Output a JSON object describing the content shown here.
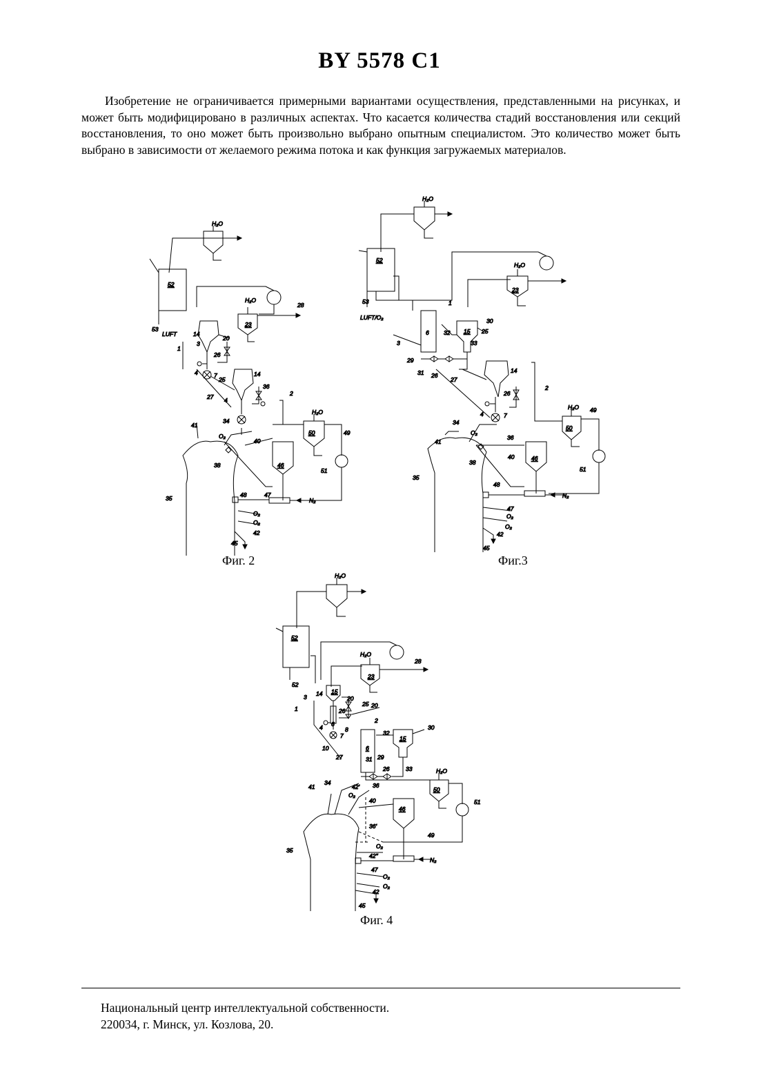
{
  "header": {
    "title": "BY 5578 C1"
  },
  "body": {
    "paragraph": "Изобретение не ограничивается примерными вариантами осуществления, представленными на рисунках, и может быть модифицировано в различных аспектах. Что касается количества стадий восстановления или секций восстановления, то оно может быть произвольно выбрано опытным специалистом. Это количество может быть выбрано в зависимости от желаемого режима потока и как функция загружаемых материалов."
  },
  "figures": [
    {
      "caption": "Фиг. 2",
      "labels": {
        "h2o_a": "H₂O",
        "h2o_b": "H₂O",
        "h2o_c": "H₂O",
        "n52": "52",
        "n53": "53",
        "luft": "LUFT",
        "n23": "23",
        "n28": "28",
        "n14a": "14",
        "n3": "3",
        "n20": "20",
        "n1": "1",
        "n26": "26",
        "n4a": "4",
        "n7": "7",
        "n25": "25",
        "n14b": "14",
        "n36": "36",
        "n27": "27",
        "n4b": "4",
        "n2": "2",
        "n50": "50",
        "n34": "34",
        "n41": "41",
        "o2a": "O₂",
        "n40": "40",
        "n49": "49",
        "n38": "38",
        "n46": "46",
        "n51": "51",
        "n35": "35",
        "n48": "48",
        "n47": "47",
        "o2b": "O₂",
        "o2c": "O₂",
        "n42": "42",
        "n45": "45",
        "n2n": "N₂"
      }
    },
    {
      "caption": "Фиг.3",
      "labels": {
        "h2o_a": "H₂O",
        "h2o_b": "H₂O",
        "h2o_c": "H₂O",
        "n52": "52",
        "n53": "53",
        "luft": "LUFT/O₂",
        "n23": "23",
        "n1": "1",
        "n30": "30",
        "n15": "15",
        "n32": "32",
        "n25": "25",
        "n33": "33",
        "n3": "3",
        "n6": "6",
        "n29": "29",
        "n31": "31",
        "n26": "26",
        "n27": "27",
        "n14": "14",
        "n26b": "26",
        "n4": "4",
        "n7": "7",
        "n2": "2",
        "n49": "49",
        "n50": "50",
        "n34": "34",
        "n41": "41",
        "o2a": "O₂",
        "n36": "36",
        "n38": "38",
        "n40": "40",
        "n46": "46",
        "n51": "51",
        "n35": "35",
        "n48": "48",
        "n47": "47",
        "o2b": "O₂",
        "o2c": "O₂",
        "n42": "42",
        "n45": "45",
        "n2n": "N₂"
      }
    },
    {
      "caption": "Фиг. 4",
      "labels": {
        "h2o_a": "H₂O",
        "h2o_b": "H₂O",
        "h2o_c": "H₂O",
        "n52": "52",
        "n52b": "52",
        "n23": "23",
        "n28": "28",
        "n3": "3",
        "n14": "14",
        "n15a": "15",
        "n20a": "20",
        "n25": "25",
        "n20b": "20",
        "n1": "1",
        "n26a": "26",
        "n8": "8",
        "n4": "4",
        "n6a": "6",
        "n7": "7",
        "n10": "10",
        "n2": "2",
        "n32": "32",
        "n30": "30",
        "n15b": "15",
        "n6b": "6",
        "n31": "31",
        "n29": "29",
        "n27": "27",
        "n26b": "26",
        "n33": "33",
        "n41": "41",
        "n34": "34",
        "n42p": "42'",
        "o2a": "O₂",
        "n36": "36",
        "n50": "50",
        "n51": "51",
        "n40": "40",
        "n46": "46",
        "n36p": "36'",
        "n49": "49",
        "n35": "35",
        "o2b": "O₂",
        "n42pp": "42''",
        "n2n": "N₂",
        "n47": "47",
        "o2c": "O₂",
        "o2d": "O₂",
        "n42": "42",
        "n45": "45"
      }
    }
  ],
  "footer": {
    "line1": "Национальный центр интеллектуальной собственности.",
    "line2": "220034, г. Минск, ул. Козлова, 20."
  }
}
